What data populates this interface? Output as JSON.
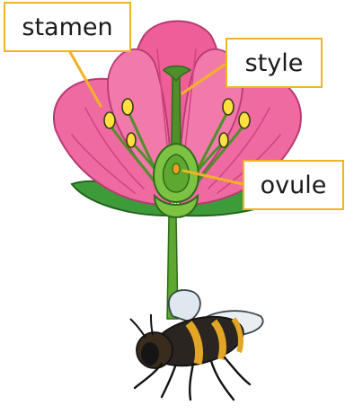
{
  "labels": {
    "stamen": "stamen",
    "style": "style",
    "ovule": "ovule"
  },
  "colors": {
    "petal": "#ef6aa1",
    "petal_dark": "#d24584",
    "petal_outline": "#b83a72",
    "stem": "#5ea832",
    "leaf": "#3e9b3a",
    "receptacle": "#7dc242",
    "anther": "#ffe040",
    "ovule": "#f39c1e",
    "label_border": "#f0b323",
    "leader_line": "#f0b323"
  }
}
